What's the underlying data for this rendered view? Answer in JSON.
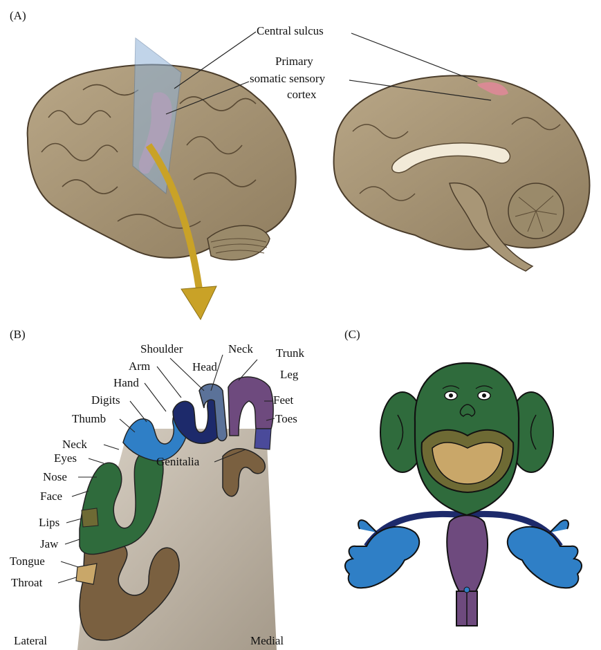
{
  "panels": {
    "a": "(A)",
    "b": "(B)",
    "c": "(C)"
  },
  "panel_a": {
    "central_sulcus": "Central sulcus",
    "cortex_line1": "Primary",
    "cortex_line2": "somatic sensory",
    "cortex_line3": "cortex"
  },
  "panel_b": {
    "labels": {
      "shoulder": "Shoulder",
      "neck_top": "Neck",
      "trunk": "Trunk",
      "arm": "Arm",
      "head": "Head",
      "leg": "Leg",
      "hand": "Hand",
      "digits": "Digits",
      "feet": "Feet",
      "thumb": "Thumb",
      "toes": "Toes",
      "neck_side": "Neck",
      "genitalia": "Genitalia",
      "eyes": "Eyes",
      "nose": "Nose",
      "face": "Face",
      "lips": "Lips",
      "jaw": "Jaw",
      "tongue": "Tongue",
      "throat": "Throat",
      "lateral": "Lateral",
      "medial": "Medial"
    }
  },
  "colors": {
    "brain": "#a89676",
    "brain_dark": "#6e5c44",
    "highlight": "#d98a94",
    "plane": "#8fb2d8",
    "arrow": "#c9a227",
    "face_green": "#2f6b3c",
    "hand_blue": "#2f7fc6",
    "arm_navy": "#1d2a6b",
    "head_slate": "#5b7299",
    "trunk_purple": "#6e4a7e",
    "toes_violet": "#4a4a9a",
    "lips_olive": "#6e6a34",
    "tongue_tan": "#c9a769",
    "throat_brown": "#7a6040"
  }
}
